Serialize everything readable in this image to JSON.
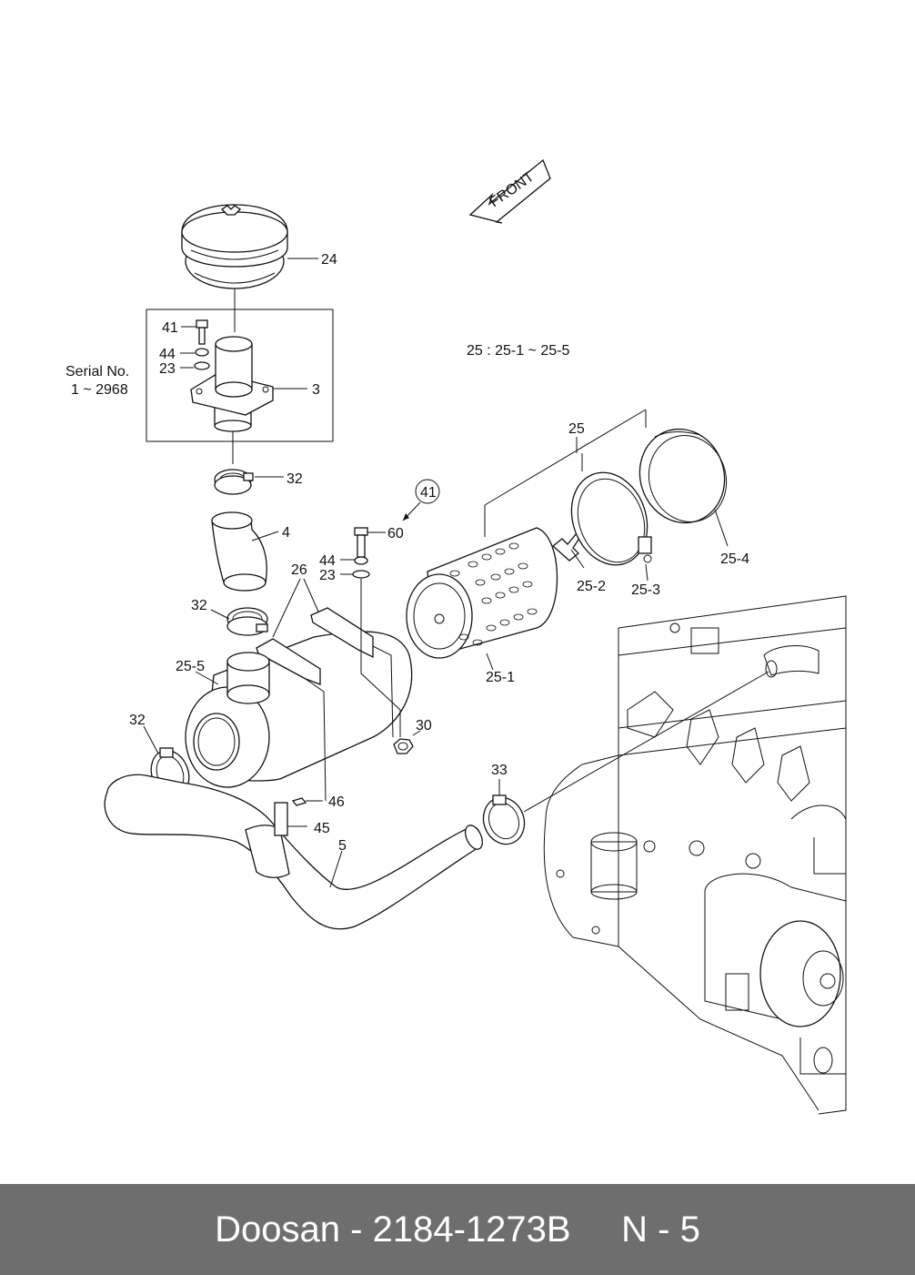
{
  "labels": {
    "front": "FRONT",
    "serial_title": "Serial No.",
    "serial_range": "1 ~ 2968",
    "group_note": "25 : 25-1 ~ 25-5",
    "p24": "24",
    "p41a": "41",
    "p44a": "44",
    "p23a": "23",
    "p3": "3",
    "p32a": "32",
    "p41circle": "41",
    "p25": "25",
    "p60": "60",
    "p44b": "44",
    "p23b": "23",
    "p4": "4",
    "p26": "26",
    "p32b": "32",
    "p25_4": "25-4",
    "p25_2": "25-2",
    "p25_3": "25-3",
    "p25_5": "25-5",
    "p25_1": "25-1",
    "p30": "30",
    "p32c": "32",
    "p33": "33",
    "p46": "46",
    "p45": "45",
    "p5": "5"
  },
  "footer": {
    "brand": "Doosan",
    "separator": " - ",
    "part_number": "2184-1273B",
    "page": "N - 5"
  }
}
